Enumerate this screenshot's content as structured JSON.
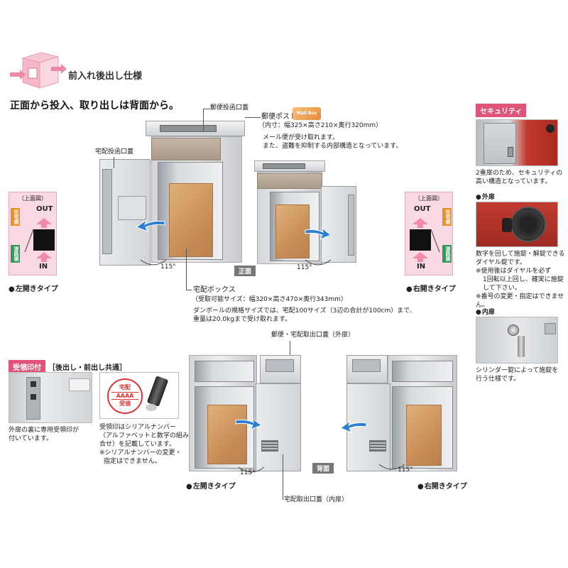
{
  "header": {
    "title": "前入れ後出し仕様",
    "subtitle": "正面から投入、取り出しは背面から。"
  },
  "front": {
    "mail_lid_label": "郵便投函口蓋",
    "mail_post_label": "郵便ポスト",
    "mail_post_logo": "Mail Box",
    "mail_post_dims": "（内寸：幅325×高さ210×奥行320mm）",
    "mail_post_note1": "メール便が受け取れます。",
    "mail_post_note2": "また、盗難を抑制する内部構造となっています。",
    "parcel_lid_label": "宅配投函口蓋",
    "view_label": "正面",
    "angle_left": "115°",
    "angle_right": "115°",
    "left_type": "左開きタイプ",
    "right_type": "右開きタイプ",
    "box_label": "宅配ボックス",
    "box_dims": "（受取可能サイズ：幅320×高さ470×奥行343mm）",
    "box_note1": "ダンボールの規格サイズでは、宅配100サイズ（3辺の合計が100cm）まで、",
    "box_note2": "重量は20.0kgまで受け取れます。"
  },
  "topview_left": {
    "caption": "（上面図）",
    "out": "OUT",
    "in": "IN",
    "side_top": "住宅側",
    "side_bottom": "道路側"
  },
  "topview_right": {
    "caption": "（上面図）",
    "out": "OUT",
    "in": "IN",
    "side_top": "住宅側",
    "side_bottom": "道路側"
  },
  "stamp": {
    "tag": "受領印付",
    "tag_note": "［後出し・前出し共通］",
    "caption1": "外扉の裏に専用受領印が",
    "caption2": "付いています。",
    "seal_line1": "宅配",
    "seal_line2": "AAAA",
    "seal_line3": "受領",
    "desc1": "受領印はシリアルナンバー",
    "desc2": "（アルファベットと数字の組み",
    "desc3": "合せ）を記載しています。",
    "desc4": "※シリアルナンバーの変更・",
    "desc5": "指定はできません。"
  },
  "back": {
    "outer_lid_label": "郵便・宅配取出口蓋（外扉）",
    "inner_lid_label": "宅配取出口蓋（内扉）",
    "view_label": "背面",
    "angle_left": "115°",
    "angle_right": "115°",
    "left_type": "左開きタイプ",
    "right_type": "右開きタイプ"
  },
  "security": {
    "tag": "セキュリティ",
    "desc1": "2重扉のため、セキュリティの",
    "desc2": "高い構造となっています。",
    "outer_label": "外扉",
    "outer_desc1": "数字を回して施錠・解錠できる",
    "outer_desc2": "ダイヤル錠です。",
    "outer_note1": "※使用後はダイヤルを必ず",
    "outer_note2": "1回転以上回し、確実に施錠",
    "outer_note3": "して下さい。",
    "outer_note4": "※番号の変更・指定はできません。",
    "inner_label": "内扉",
    "inner_desc1": "シリンダー錠によって施錠を",
    "inner_desc2": "行う仕様です。"
  },
  "colors": {
    "accent_pink": "#e0547a",
    "arrow_blue": "#2a7fd0",
    "cardboard": "#c98f58"
  }
}
